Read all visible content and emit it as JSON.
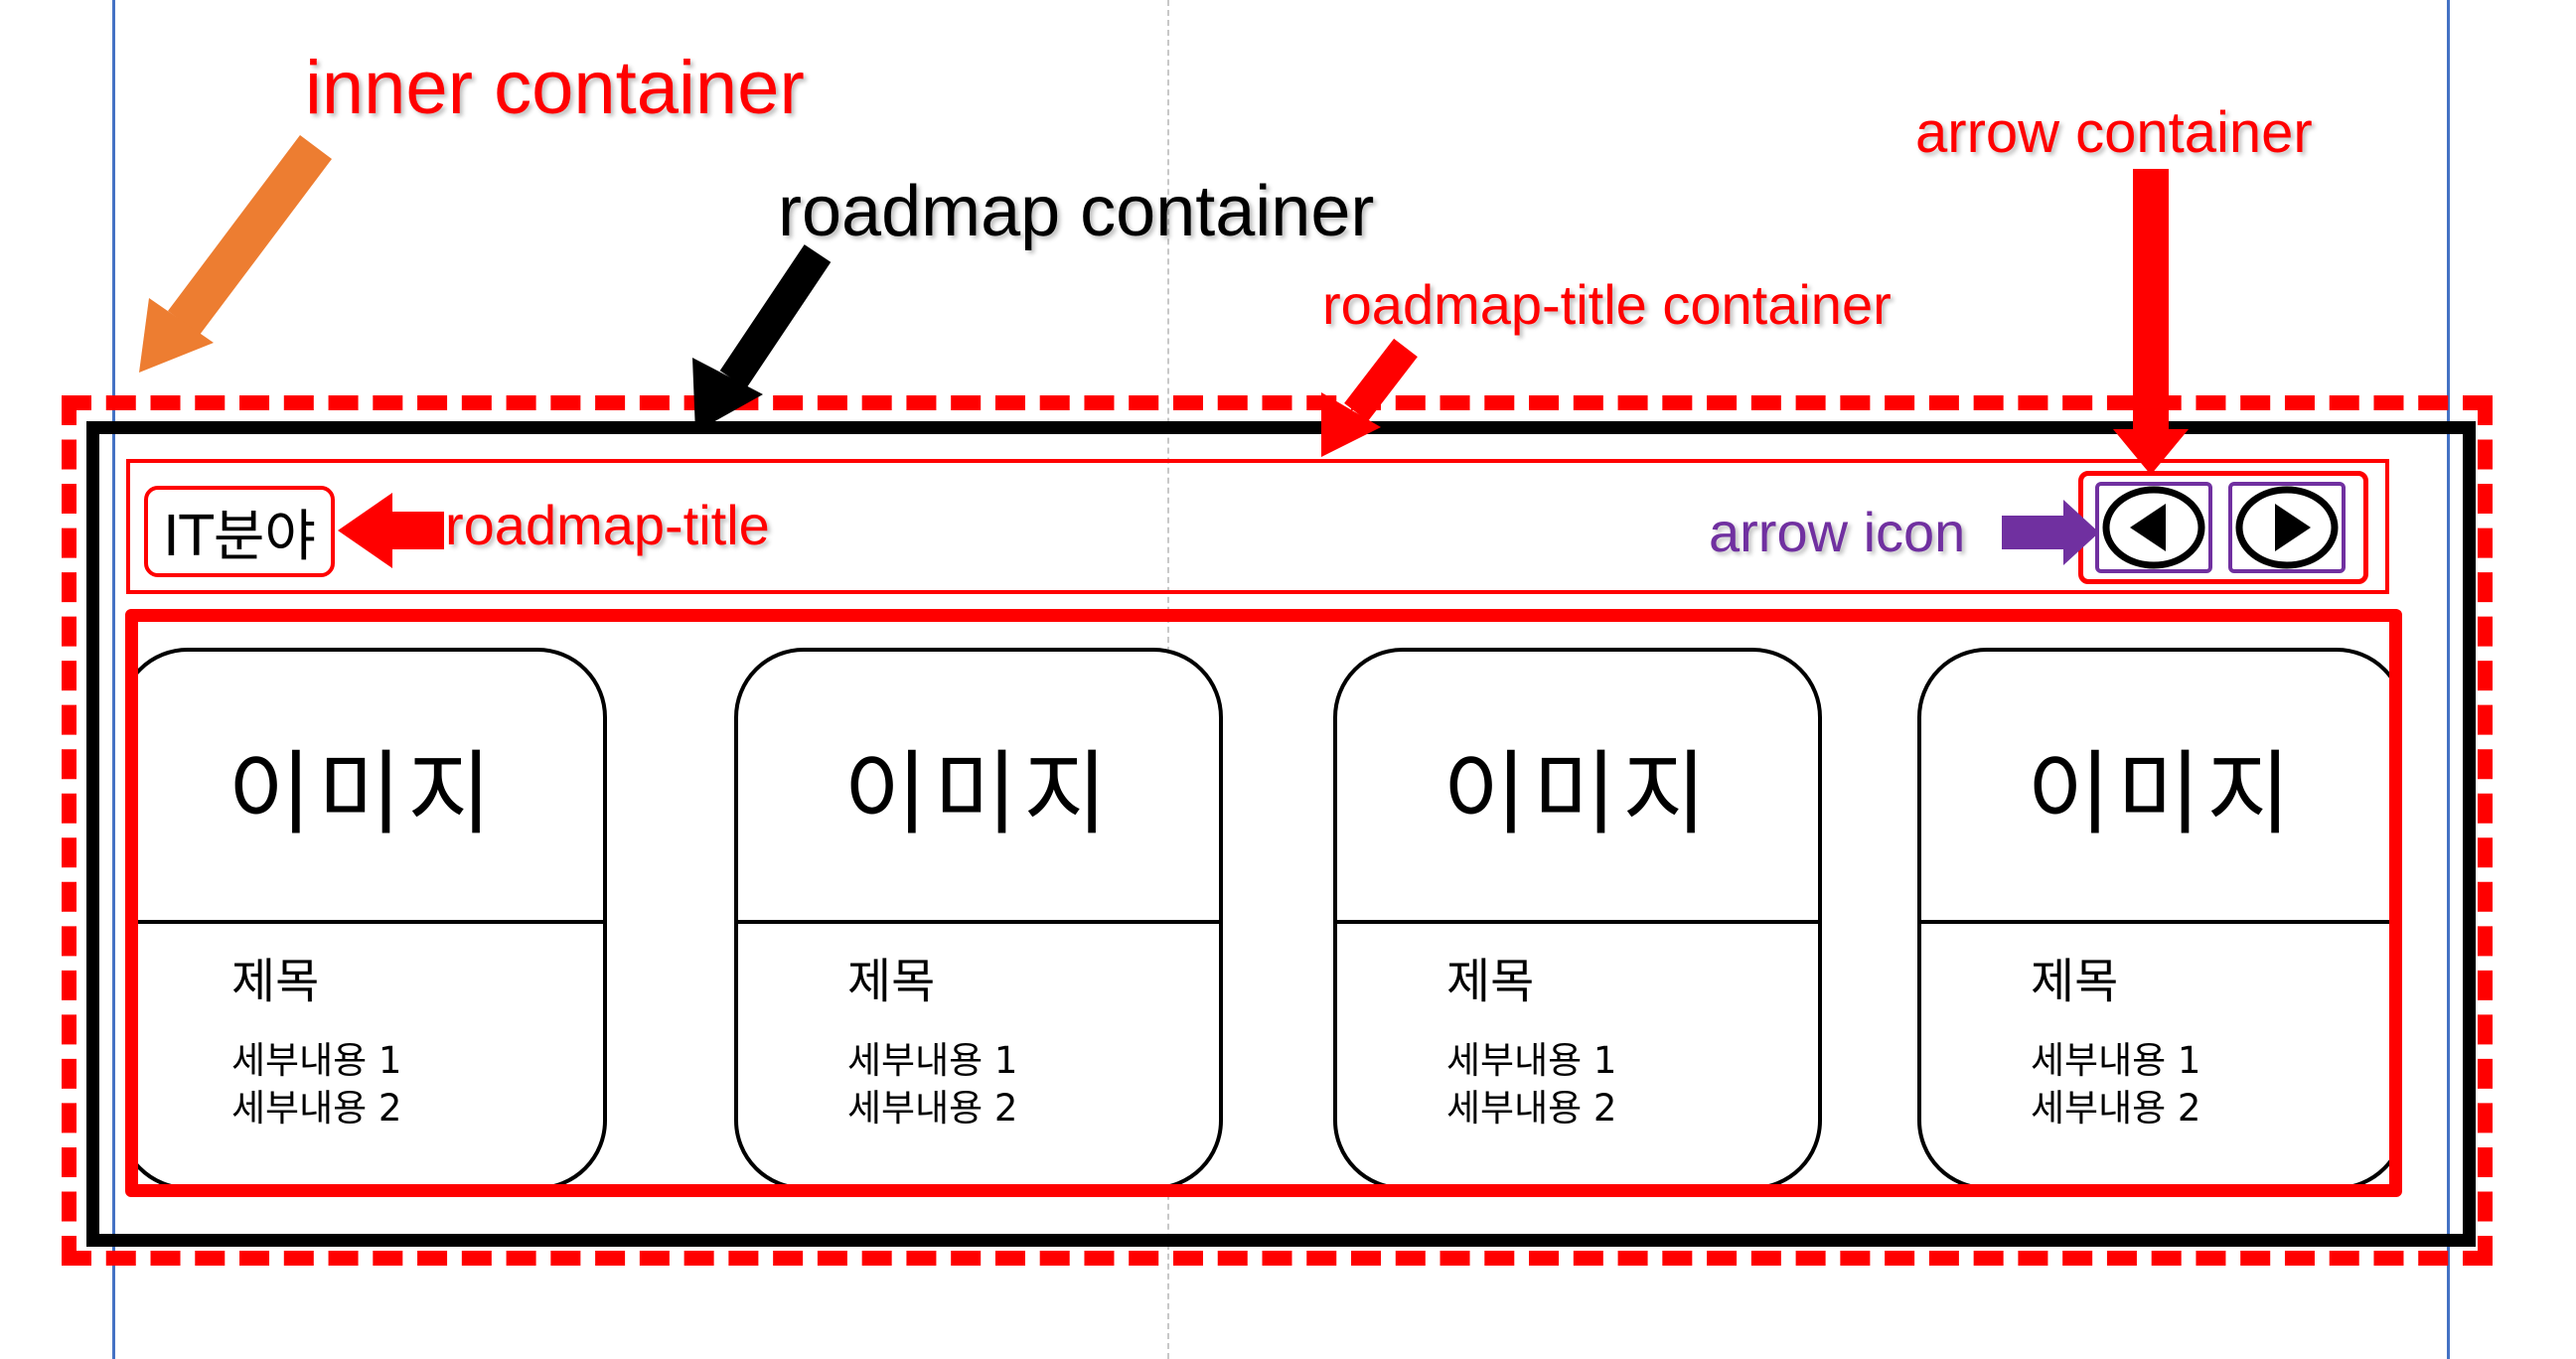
{
  "labels": {
    "inner_container": "inner container",
    "roadmap_container": "roadmap container",
    "roadmap_title_container": "roadmap-title container",
    "arrow_container": "arrow container",
    "roadmap_title": "roadmap-title",
    "arrow_icon": "arrow icon"
  },
  "roadmap": {
    "title": "IT분야",
    "cards": [
      {
        "image": "이미지",
        "title": "제목",
        "details": [
          "세부내용 1",
          "세부내용 2"
        ]
      },
      {
        "image": "이미지",
        "title": "제목",
        "details": [
          "세부내용 1",
          "세부내용 2"
        ]
      },
      {
        "image": "이미지",
        "title": "제목",
        "details": [
          "세부내용 1",
          "세부내용 2"
        ]
      },
      {
        "image": "이미지",
        "title": "제목",
        "details": [
          "세부내용 1",
          "세부내용 2"
        ]
      }
    ]
  },
  "icons": {
    "prev": "chevron-left-icon",
    "next": "chevron-right-icon"
  },
  "colors": {
    "annotation_red": "#ff0000",
    "annotation_orange": "#ed7d31",
    "annotation_purple": "#7030a0",
    "annotation_black": "#000000",
    "guide_blue": "#4472c4"
  }
}
